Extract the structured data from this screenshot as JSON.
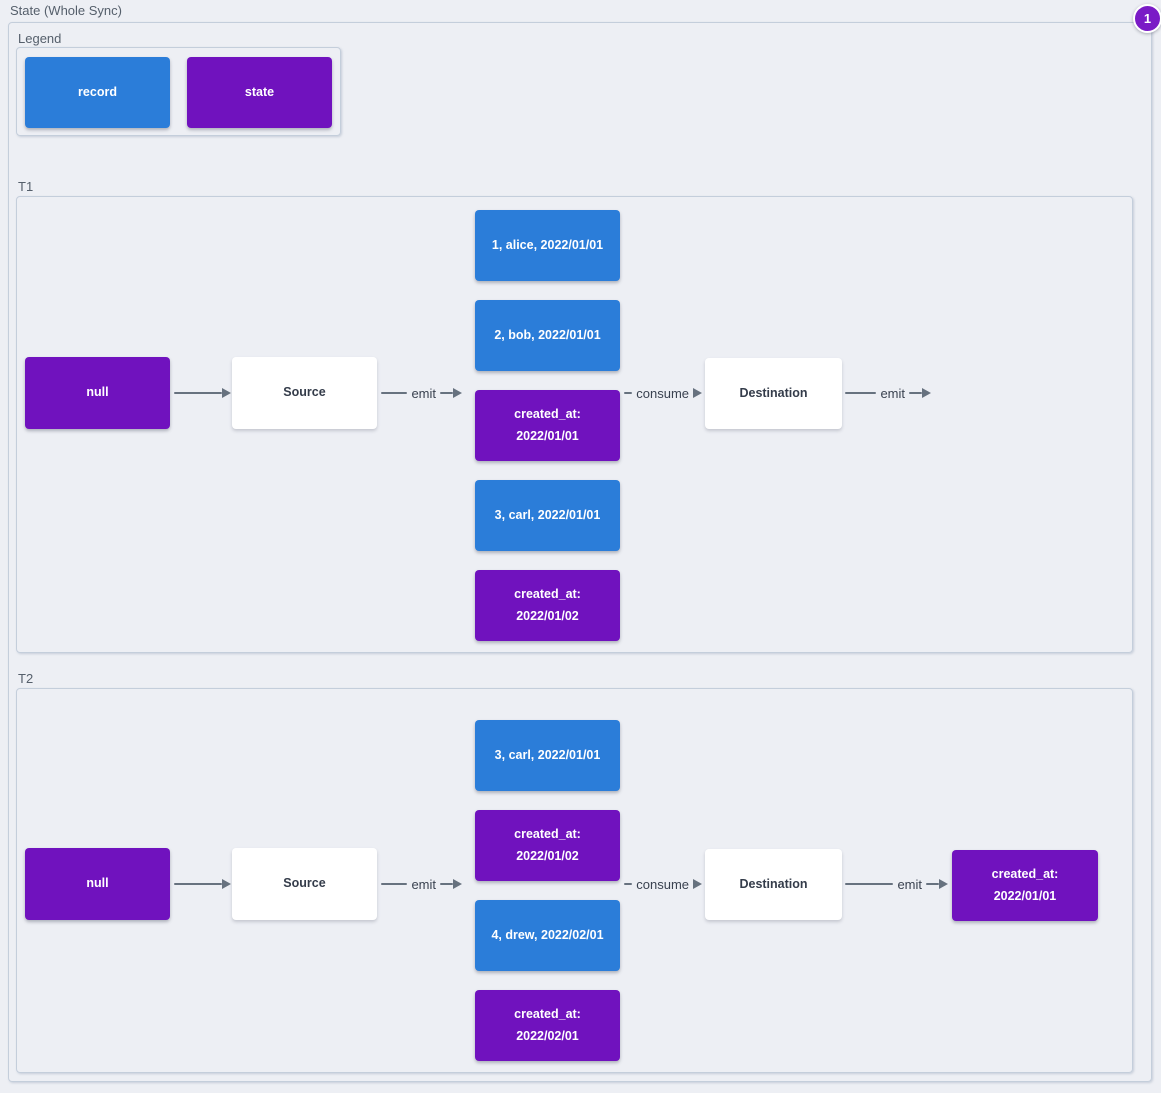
{
  "page": {
    "title": "State (Whole Sync)",
    "badge": "1"
  },
  "colors": {
    "background": "#edeff4",
    "border": "#c4cedb",
    "record_blue": "#2b7dd9",
    "state_purple": "#7012be",
    "badge_purple": "#7a1bc6",
    "arrow": "#67727f"
  },
  "legend": {
    "label": "Legend",
    "items": [
      {
        "type": "record",
        "label": "record"
      },
      {
        "type": "state",
        "label": "state"
      }
    ]
  },
  "t1": {
    "label": "T1",
    "null_state": "null",
    "source": "Source",
    "destination": "Destination",
    "edge_emit_from_source": "emit",
    "edge_consume": "consume",
    "edge_emit_from_destination": "emit",
    "records": [
      {
        "type": "record",
        "label": "1, alice, 2022/01/01"
      },
      {
        "type": "record",
        "label": "2, bob, 2022/01/01"
      },
      {
        "type": "state",
        "label": "created_at:\n2022/01/01"
      },
      {
        "type": "record",
        "label": "3, carl, 2022/01/01"
      },
      {
        "type": "state",
        "label": "created_at:\n2022/01/02"
      }
    ]
  },
  "t2": {
    "label": "T2",
    "null_state": "null",
    "source": "Source",
    "destination": "Destination",
    "edge_emit_from_source": "emit",
    "edge_consume": "consume",
    "edge_emit_from_destination": "emit",
    "records": [
      {
        "type": "record",
        "label": "3, carl, 2022/01/01"
      },
      {
        "type": "state",
        "label": "created_at:\n2022/01/02"
      },
      {
        "type": "record",
        "label": "4, drew, 2022/02/01"
      },
      {
        "type": "state",
        "label": "created_at:\n2022/02/01"
      }
    ],
    "output_state": "created_at:\n2022/01/01"
  }
}
